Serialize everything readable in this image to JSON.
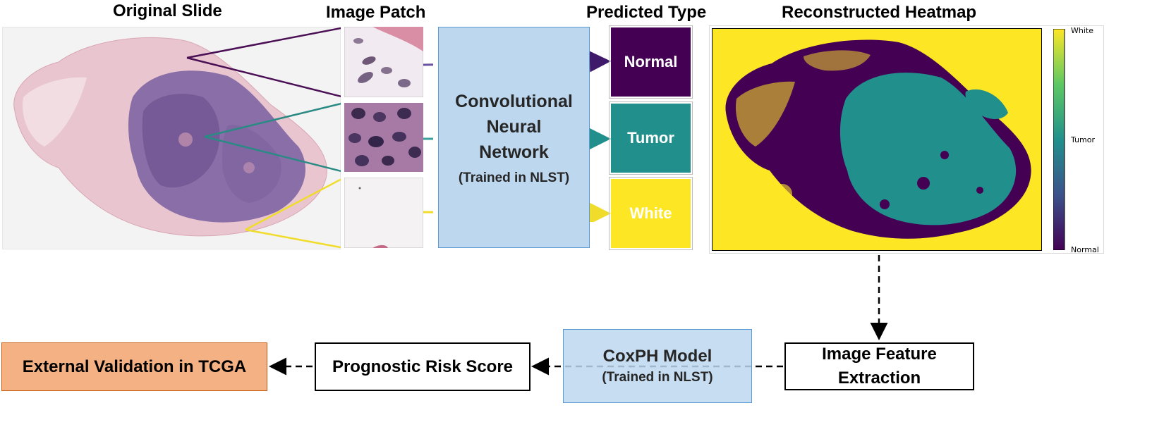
{
  "headers": {
    "original_slide": "Original Slide",
    "image_patch": "Image Patch",
    "predicted_type": "Predicted Type",
    "reconstructed_heatmap": "Reconstructed Heatmap"
  },
  "cnn": {
    "line1": "Convolutional",
    "line2": "Neural",
    "line3": "Network",
    "sub": "(Trained in NLST)"
  },
  "predicted_types": [
    {
      "label": "Normal",
      "color": "#440154"
    },
    {
      "label": "Tumor",
      "color": "#21908c"
    },
    {
      "label": "White",
      "color": "#fde725"
    }
  ],
  "colorbar": {
    "top": "White",
    "middle": "Tumor",
    "bottom": "Normal"
  },
  "pipeline": {
    "feature_line1": "Image Feature",
    "feature_line2": "Extraction",
    "cox_title": "CoxPH Model",
    "cox_sub": "(Trained in NLST)",
    "risk": "Prognostic Risk Score",
    "validation": "External Validation in TCGA"
  }
}
